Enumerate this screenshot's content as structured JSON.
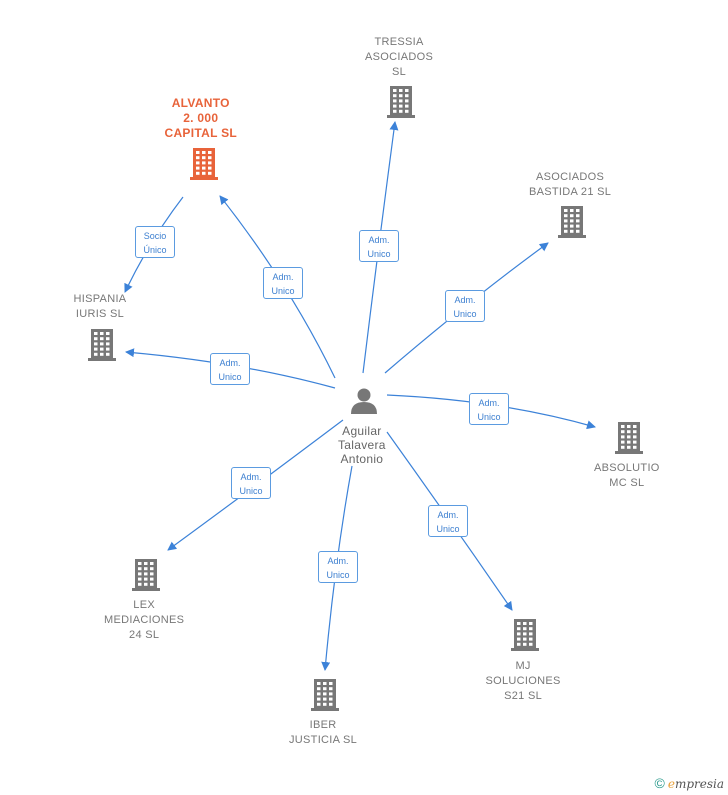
{
  "colors": {
    "edge": "#3c82d8",
    "company": "#777777",
    "focus_company": "#e8633a",
    "person": "#777777",
    "brand": "#2a9a8c"
  },
  "person": {
    "icon": "person-icon",
    "lines": [
      "Aguilar",
      "Talavera",
      "Antonio"
    ]
  },
  "companies": [
    {
      "id": "alvanto",
      "lines": [
        "ALVANTO",
        "2. 000",
        "CAPITAL  SL"
      ],
      "icon": "building-icon",
      "focus": true
    },
    {
      "id": "tressia",
      "lines": [
        "TRESSIA",
        "ASOCIADOS",
        "SL"
      ],
      "icon": "building-icon"
    },
    {
      "id": "asociados-bastida",
      "lines": [
        "ASOCIADOS",
        "BASTIDA 21  SL"
      ],
      "icon": "building-icon"
    },
    {
      "id": "hispania-iuris",
      "lines": [
        "HISPANIA",
        "IURIS  SL"
      ],
      "icon": "building-icon"
    },
    {
      "id": "absolutio",
      "lines": [
        "ABSOLUTIO",
        "MC  SL"
      ],
      "icon": "building-icon"
    },
    {
      "id": "lex-mediaciones",
      "lines": [
        "LEX",
        "MEDIACIONES",
        "24  SL"
      ],
      "icon": "building-icon"
    },
    {
      "id": "iber-justicia",
      "lines": [
        "IBER",
        "JUSTICIA  SL"
      ],
      "icon": "building-icon"
    },
    {
      "id": "mj-soluciones",
      "lines": [
        "MJ",
        "SOLUCIONES",
        "S21  SL"
      ],
      "icon": "building-icon"
    }
  ],
  "edges": [
    {
      "from": "person",
      "to": "alvanto",
      "lines": [
        "Adm.",
        "Unico"
      ]
    },
    {
      "from": "person",
      "to": "tressia",
      "lines": [
        "Adm.",
        "Unico"
      ]
    },
    {
      "from": "person",
      "to": "asociados-bastida",
      "lines": [
        "Adm.",
        "Unico"
      ]
    },
    {
      "from": "person",
      "to": "hispania-iuris",
      "lines": [
        "Adm.",
        "Unico"
      ]
    },
    {
      "from": "person",
      "to": "absolutio",
      "lines": [
        "Adm.",
        "Unico"
      ]
    },
    {
      "from": "person",
      "to": "lex-mediaciones",
      "lines": [
        "Adm.",
        "Unico"
      ]
    },
    {
      "from": "person",
      "to": "iber-justicia",
      "lines": [
        "Adm.",
        "Unico"
      ]
    },
    {
      "from": "person",
      "to": "mj-soluciones",
      "lines": [
        "Adm.",
        "Unico"
      ]
    },
    {
      "from": "alvanto",
      "to": "hispania-iuris",
      "lines": [
        "Socio",
        "Único"
      ]
    }
  ],
  "copyright": {
    "symbol": "©",
    "brand_first": "e",
    "brand_rest": "mpresia"
  }
}
